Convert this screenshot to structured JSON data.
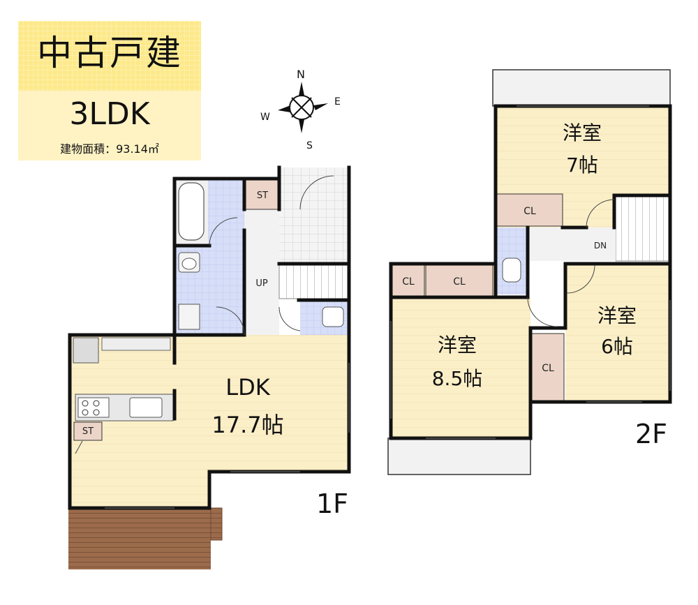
{
  "header": {
    "property_type": "中古戸建",
    "layout_type": "3LDK",
    "floor_area": "建物面積：93.14㎡"
  },
  "compass": {
    "n": "N",
    "e": "E",
    "s": "S",
    "w": "W"
  },
  "floor1": {
    "label": "1F",
    "ldk_name": "LDK",
    "ldk_size": "17.7帖",
    "up": "UP",
    "storage_top": "ST",
    "storage_kitchen": "ST"
  },
  "floor2": {
    "label": "2F",
    "room_a_name": "洋室",
    "room_a_size": "7帖",
    "room_b_name": "洋室",
    "room_b_size": "6帖",
    "room_c_name": "洋室",
    "room_c_size": "8.5帖",
    "dn": "DN",
    "closet": "CL"
  },
  "colors": {
    "title_band": "#fde98a",
    "title_bg": "#fff3c4",
    "room_floor": "#fbefc8",
    "wet_area": "#d7def8",
    "closet": "#ecd5c8",
    "deck": "#9b6b4c",
    "wall": "#111111"
  }
}
